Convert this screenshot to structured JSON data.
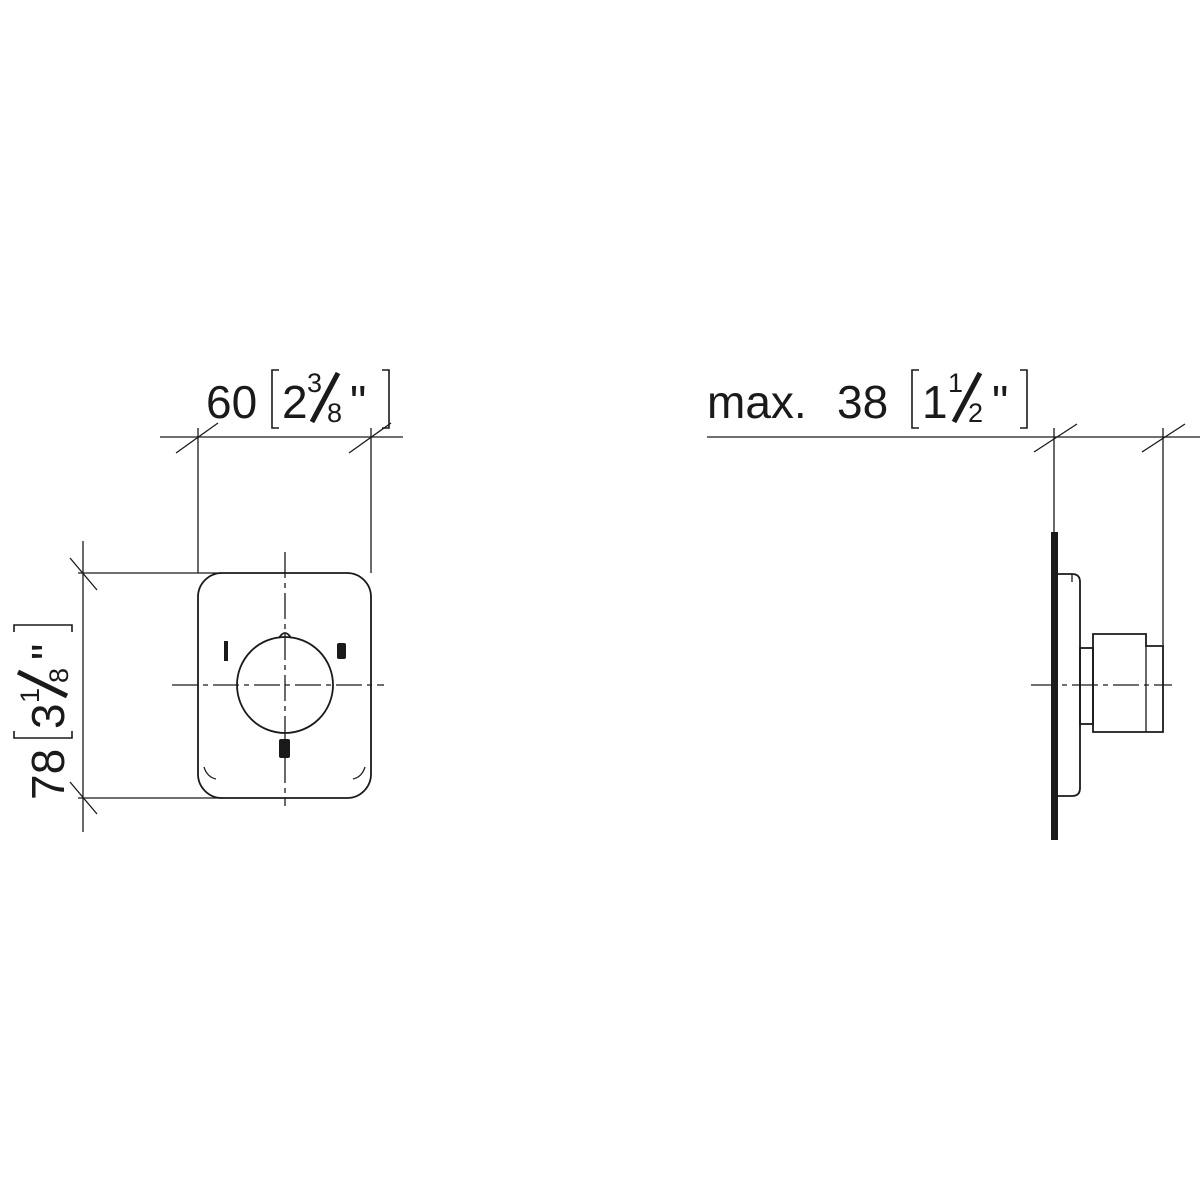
{
  "front_view": {
    "width_dimension": {
      "mm": "60",
      "inch_whole": "2",
      "inch_num": "3",
      "inch_den": "8",
      "inch_mark": "\""
    },
    "height_dimension": {
      "mm": "78",
      "inch_whole": "3",
      "inch_num": "1",
      "inch_den": "8",
      "inch_mark": "\""
    }
  },
  "side_view": {
    "depth_dimension": {
      "prefix": "max.",
      "mm": "38",
      "inch_whole": "1",
      "inch_num": "1",
      "inch_den": "2",
      "inch_mark": "\""
    }
  }
}
